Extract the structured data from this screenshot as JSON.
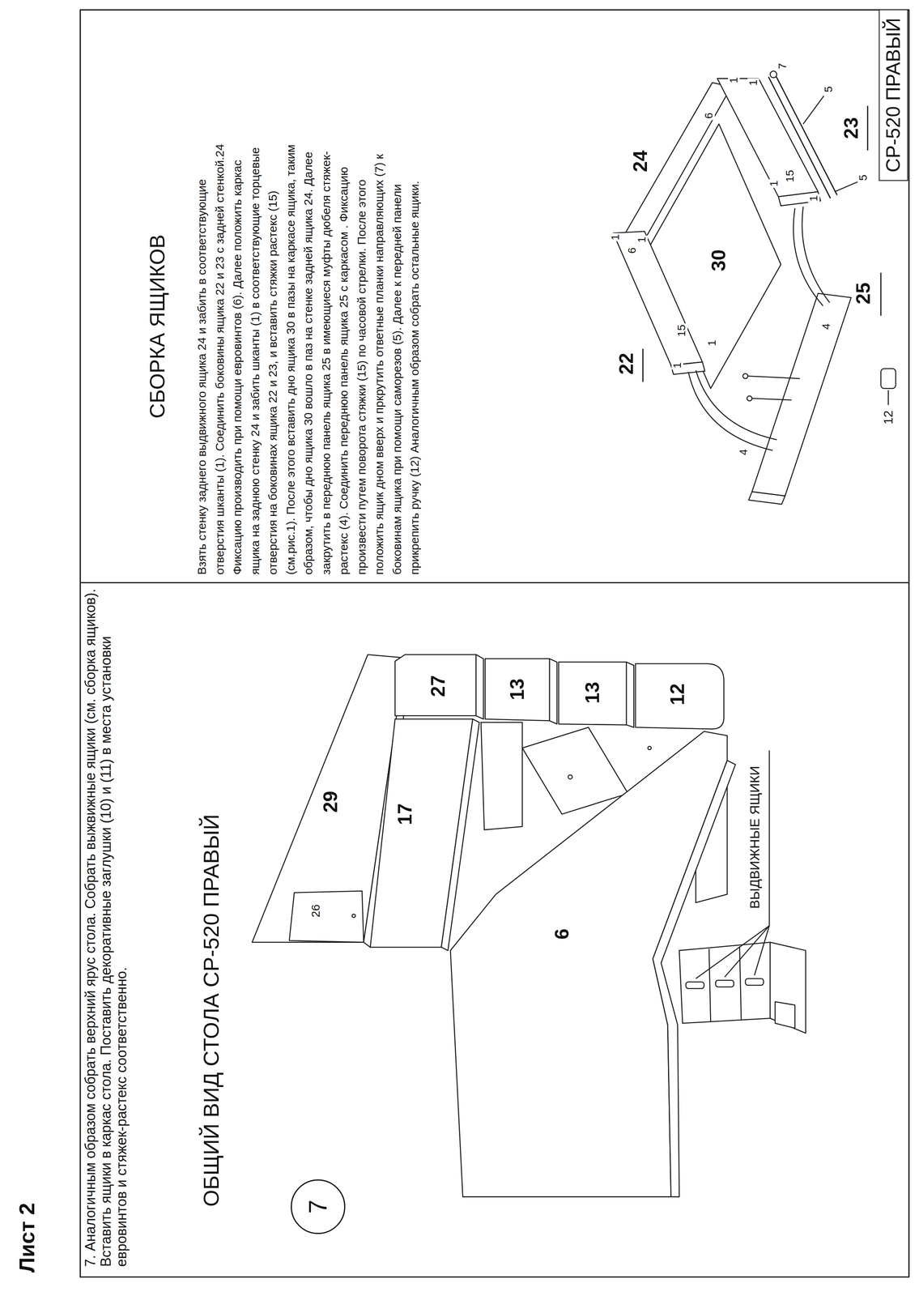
{
  "diagram": {
    "title": "Лист 2",
    "nodes": [
      {
        "text": [
          "СР-520 ПРАВЫЙ"
        ]
      },
      {
        "text": [
          "7"
        ]
      }
    ],
    "labels": [
      "7. Аналогичным образом собрать верхний ярус стола. Собрать выжвижные ящики (см. сборка ящиков). Вставить ящики в каркас стола. Поставить декоративные заглушки (10) и (11) в места установки евровинтов и стяжек-растекс соответственно.",
      "ОБЩИЙ ВИД СТОЛА СР-520 ПРАВЫЙ",
      "29",
      "26",
      "17",
      "27",
      "13",
      "13",
      "12",
      "6",
      "ВЫДВИЖНЫЕ ЯЩИКИ",
      "СБОРКА ЯЩИКОВ",
      "Взять стенку заднего выдвижного ящика 24 и забить в соответствующие отверстия шканты (1). Соединить боковины ящика 22 и 23 с задней стенкой.24 Фиксацию производить при помощи евровинтов (6). Далее положить каркас ящика на заднюю стенку 24 и забить шканты (1) в соответствующие торцевые отверстия на боковинах ящика 22 и 23, и вставить стяжки растекс (15) (см.рис.1). После этого вставить дно ящика 30 в пазы на каркасе ящика, таким образом, чтобы дно ящика 30 вошло в паз на стенке задней ящика 24. Далее закрутить в переднюю панель ящика 25 в имеющиеся муфты дюбеля стяжек-растекс (4). Соединить переднюю панель ящика 25 с каркасом . Фиксацию произвести путем поворота стяжки (15) по часовой стрелки. После этого положить ящик дном вверх и пркрутить ответные планки направляющих (7) к боковинам ящика при помощи саморезов (5). Далее к передней панели прикрепить ручку (12) Аналогичным образом собрать остальные ящики.",
      "24",
      "23",
      "30",
      "22",
      "25",
      "12",
      "7",
      "1",
      "1",
      "5",
      "6",
      "5",
      "15",
      "1",
      "1",
      "1",
      "6",
      "1",
      "15",
      "1",
      "1",
      "4",
      "4"
    ]
  }
}
